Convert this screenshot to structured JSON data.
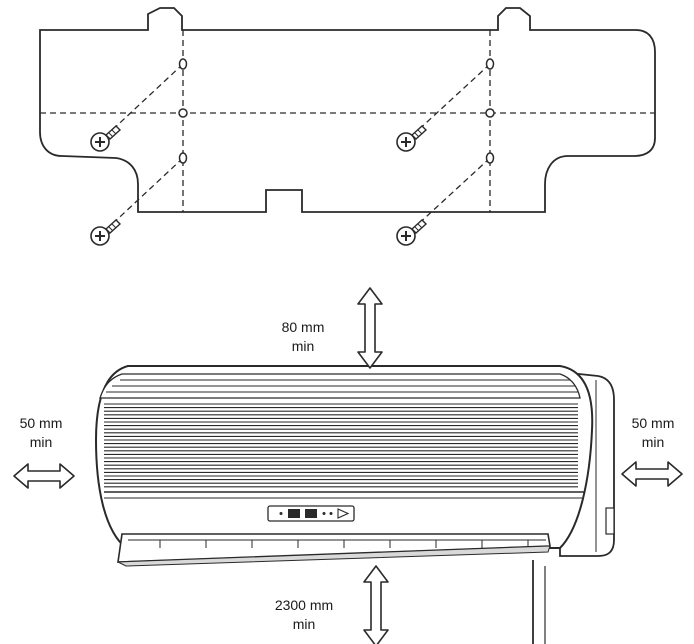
{
  "diagram": {
    "clearances": {
      "top": {
        "value": "80 mm",
        "qualifier": "min"
      },
      "left": {
        "value": "50 mm",
        "qualifier": "min"
      },
      "right": {
        "value": "50 mm",
        "qualifier": "min"
      },
      "bottom": {
        "value": "2300 mm",
        "qualifier": "min"
      }
    },
    "colors": {
      "stroke": "#2a2a2a",
      "paper": "#ffffff",
      "shade": "#d9d9d9"
    },
    "icons": [
      "screw-icon",
      "double-arrow-icon",
      "display-panel-icon"
    ]
  }
}
